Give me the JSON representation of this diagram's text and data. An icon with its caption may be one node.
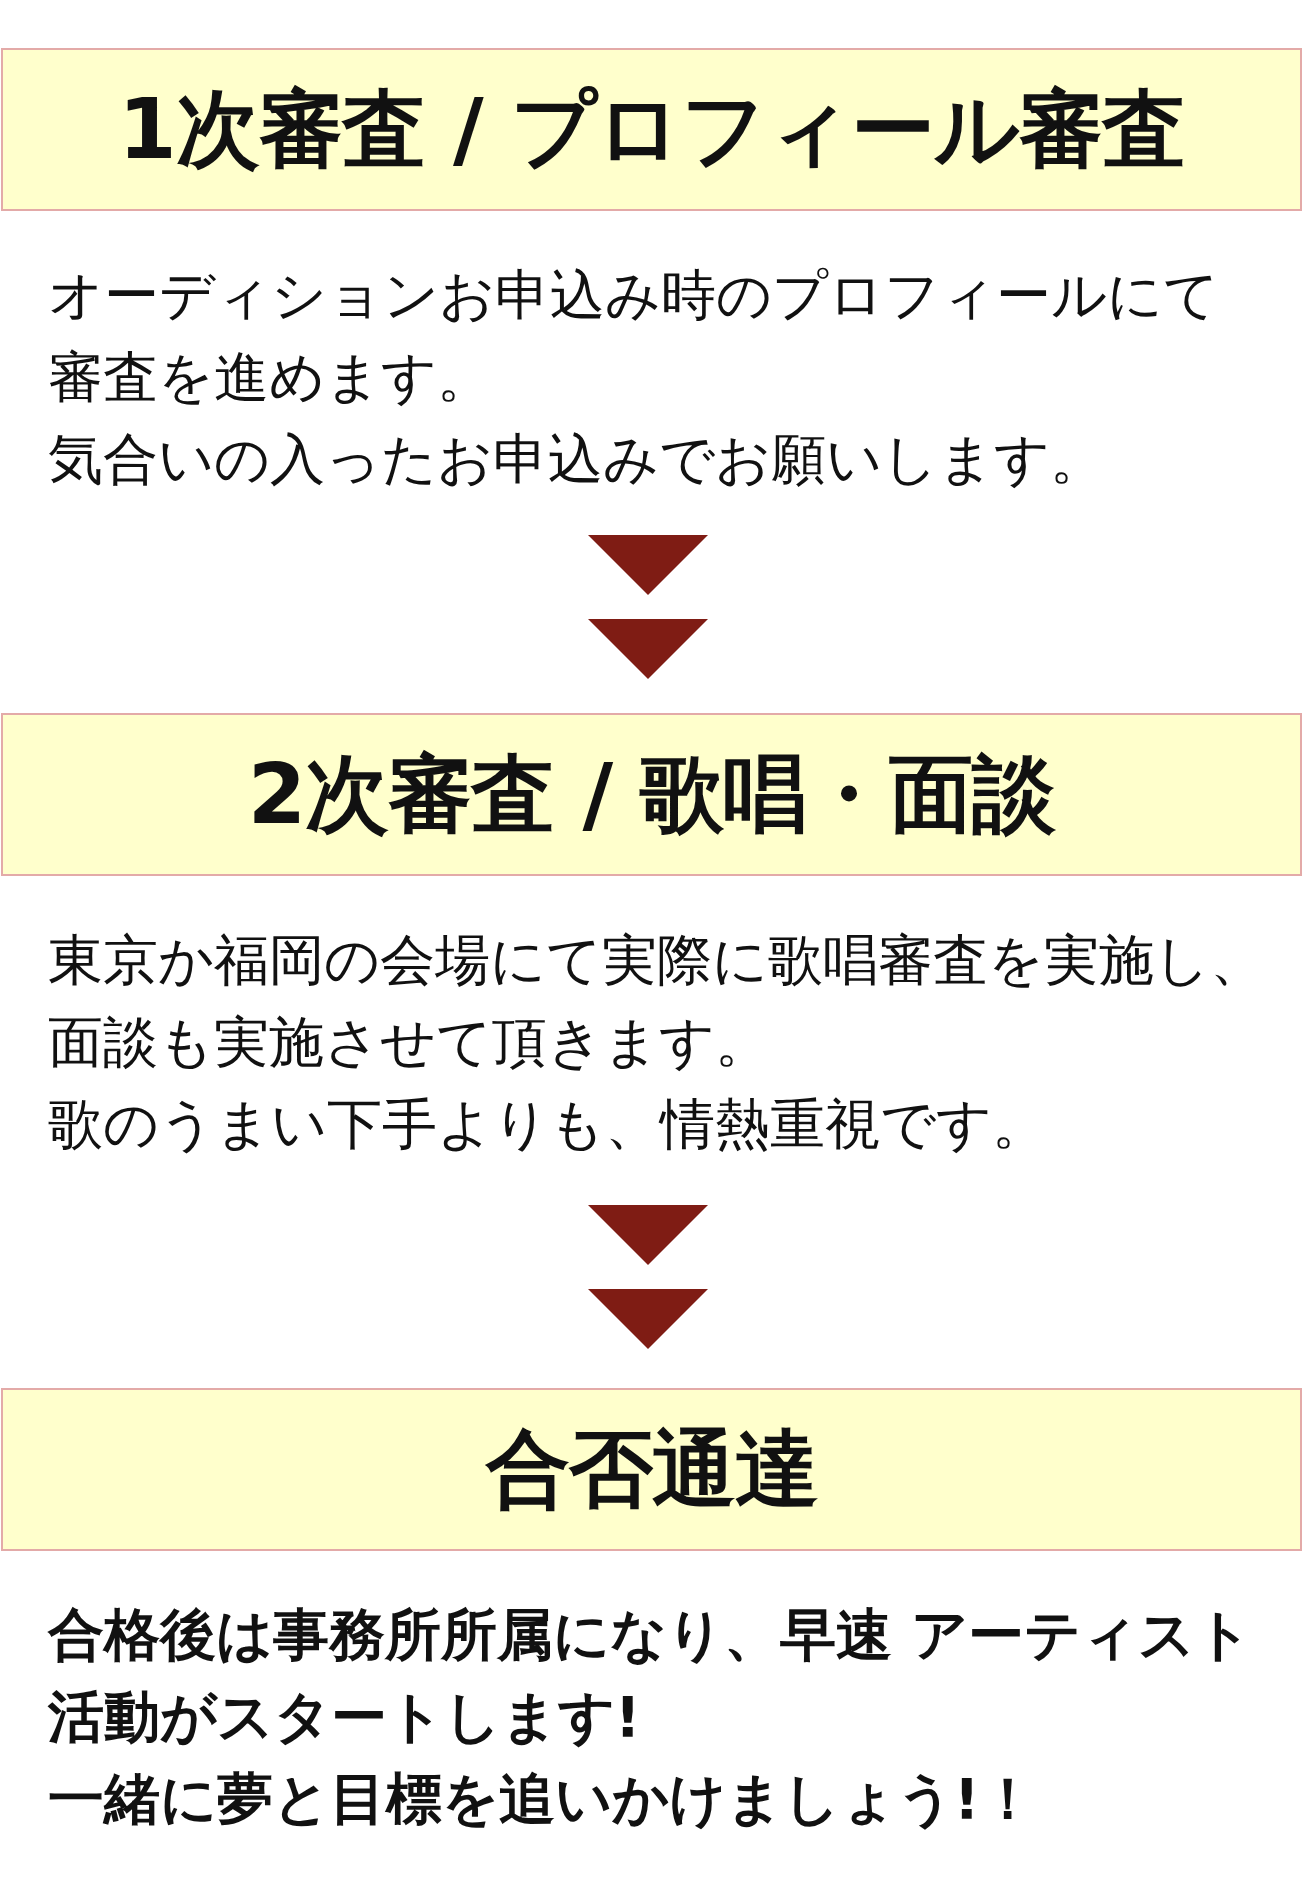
{
  "diagram": {
    "nodes": [
      {
        "text": [
          "1次審査 / プロフィール審査"
        ],
        "beside": [
          "オーディションお申込み時のプロフィールにて審査を進めます。",
          "気合いの入ったお申込みでお願いします。"
        ]
      },
      {
        "text": [
          "2次審査 / 歌唱・面談"
        ],
        "beside": [
          "東京か福岡の会場にて実際に歌唱審査を実施し、面談も実施させて頂きます。",
          "歌のうまい下手よりも、情熱重視です。"
        ]
      },
      {
        "text": [
          "合否通達"
        ],
        "beside": [
          "合格後は事務所所属になり、早速 アーティスト活動がスタートします!",
          "一緒に夢と目標を追いかけましょう!！"
        ]
      }
    ],
    "edges": [
      {
        "from": 0,
        "to": 1,
        "arrow": "to"
      },
      {
        "from": 1,
        "to": 2,
        "arrow": "to"
      }
    ]
  }
}
